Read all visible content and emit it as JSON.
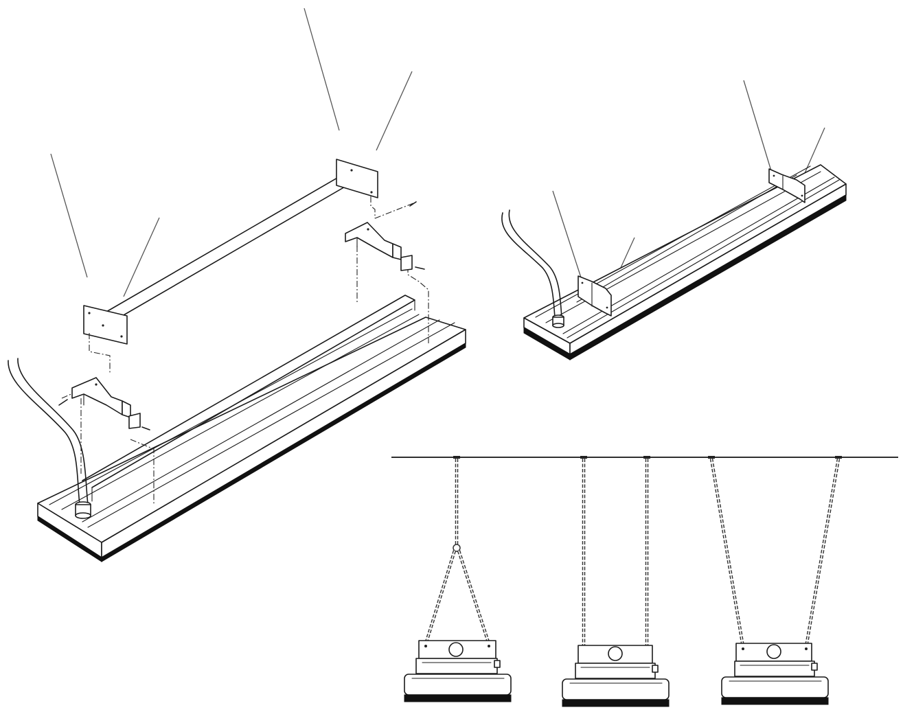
{
  "figure": {
    "description_free": true,
    "views": [
      {
        "id": "exploded-view",
        "kind": "exploded isometric assembly"
      },
      {
        "id": "assembled-view",
        "kind": "assembled isometric"
      },
      {
        "id": "chain-mount-views",
        "kind": "front elevations",
        "count": 3
      }
    ]
  },
  "colors": {
    "line": "#1a1a1a",
    "fill": "#ffffff",
    "base": "#111111"
  }
}
